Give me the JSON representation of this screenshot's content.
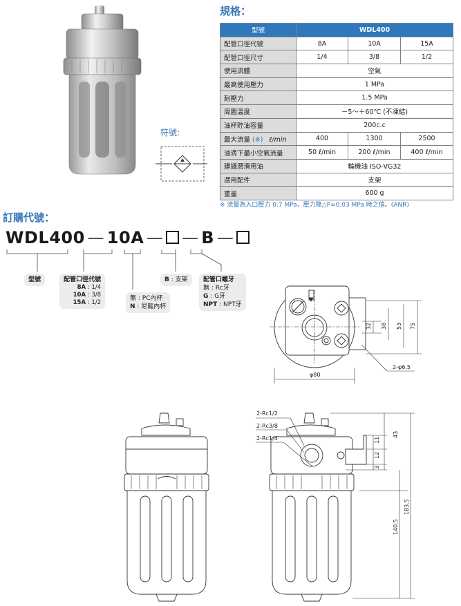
{
  "spec": {
    "title": "規格：",
    "table": {
      "model_label": "型號",
      "model_value": "WDL400",
      "rows": [
        {
          "label": "配管口徑代號",
          "cells": [
            "8A",
            "10A",
            "15A"
          ]
        },
        {
          "label": "配管口徑尺寸",
          "cells": [
            "1/4",
            "3/8",
            "1/2"
          ]
        },
        {
          "label": "使用流體",
          "value": "空氣"
        },
        {
          "label": "最高使用壓力",
          "value": "1 MPa"
        },
        {
          "label": "耐壓力",
          "value": "1.5 MPa"
        },
        {
          "label": "周圍溫度",
          "value": "－5～＋60℃ (不凍結)"
        },
        {
          "label": "油杯貯油容量",
          "value": "200c.c"
        },
        {
          "label_main": "最大流量",
          "label_mark": "(※)",
          "label_unit": "ℓ/min",
          "cells": [
            "400",
            "1300",
            "2500"
          ]
        },
        {
          "label": "油滴下最小空氣流量",
          "cells": [
            "50 ℓ/min",
            "200 ℓ/min",
            "400 ℓ/min"
          ]
        },
        {
          "label": "建議潤滑用油",
          "value": "輪機油 ISO-VG32"
        },
        {
          "label": "選用配件",
          "value": "支架"
        },
        {
          "label": "重量",
          "value": "600 g"
        }
      ]
    },
    "note": "※ 流量為入口壓力 0.7 MPa，壓力降△P=0.03 MPa 時之值。(ANR)"
  },
  "symbol": {
    "label": "符號:"
  },
  "order": {
    "title": "訂購代號：",
    "model": "WDL400",
    "size_code": "10A",
    "bracket_code": "B",
    "dash": "—",
    "groups": {
      "model": {
        "title": "型號"
      },
      "size": {
        "title": "配管口徑代號",
        "options": [
          [
            "8A",
            " : 1/4"
          ],
          [
            "10A",
            " : 3/8"
          ],
          [
            "15A",
            " : 1/2"
          ]
        ]
      },
      "cup": {
        "options": [
          [
            "無",
            " : PC內杯"
          ],
          [
            "N",
            " : 尼龍內杯"
          ]
        ]
      },
      "bracket": {
        "option": [
          "B",
          " : 支架"
        ]
      },
      "thread": {
        "title": "配管口螺牙",
        "options": [
          [
            "無",
            " : Rc牙"
          ],
          [
            "G",
            " : G牙"
          ],
          [
            "NPT",
            " : NPT牙"
          ]
        ]
      }
    }
  },
  "dimensions": {
    "top_view": {
      "diameter": "φ80",
      "holes": "2-φ6.5",
      "v1": "32",
      "v2": "38",
      "v3": "53",
      "v4": "75"
    },
    "side_view": {
      "port1": "2-Rc1/2",
      "port2": "2-Rc3/8",
      "port3": "2-Rc1/4",
      "h1": "43",
      "h2": "11",
      "h3": "12",
      "h4": "3",
      "h5": "140.5",
      "h6": "183.5"
    }
  },
  "colors": {
    "accent": "#2f78bd",
    "header_blue": "#2f78bd",
    "label_gray": "#dcdcdc"
  }
}
